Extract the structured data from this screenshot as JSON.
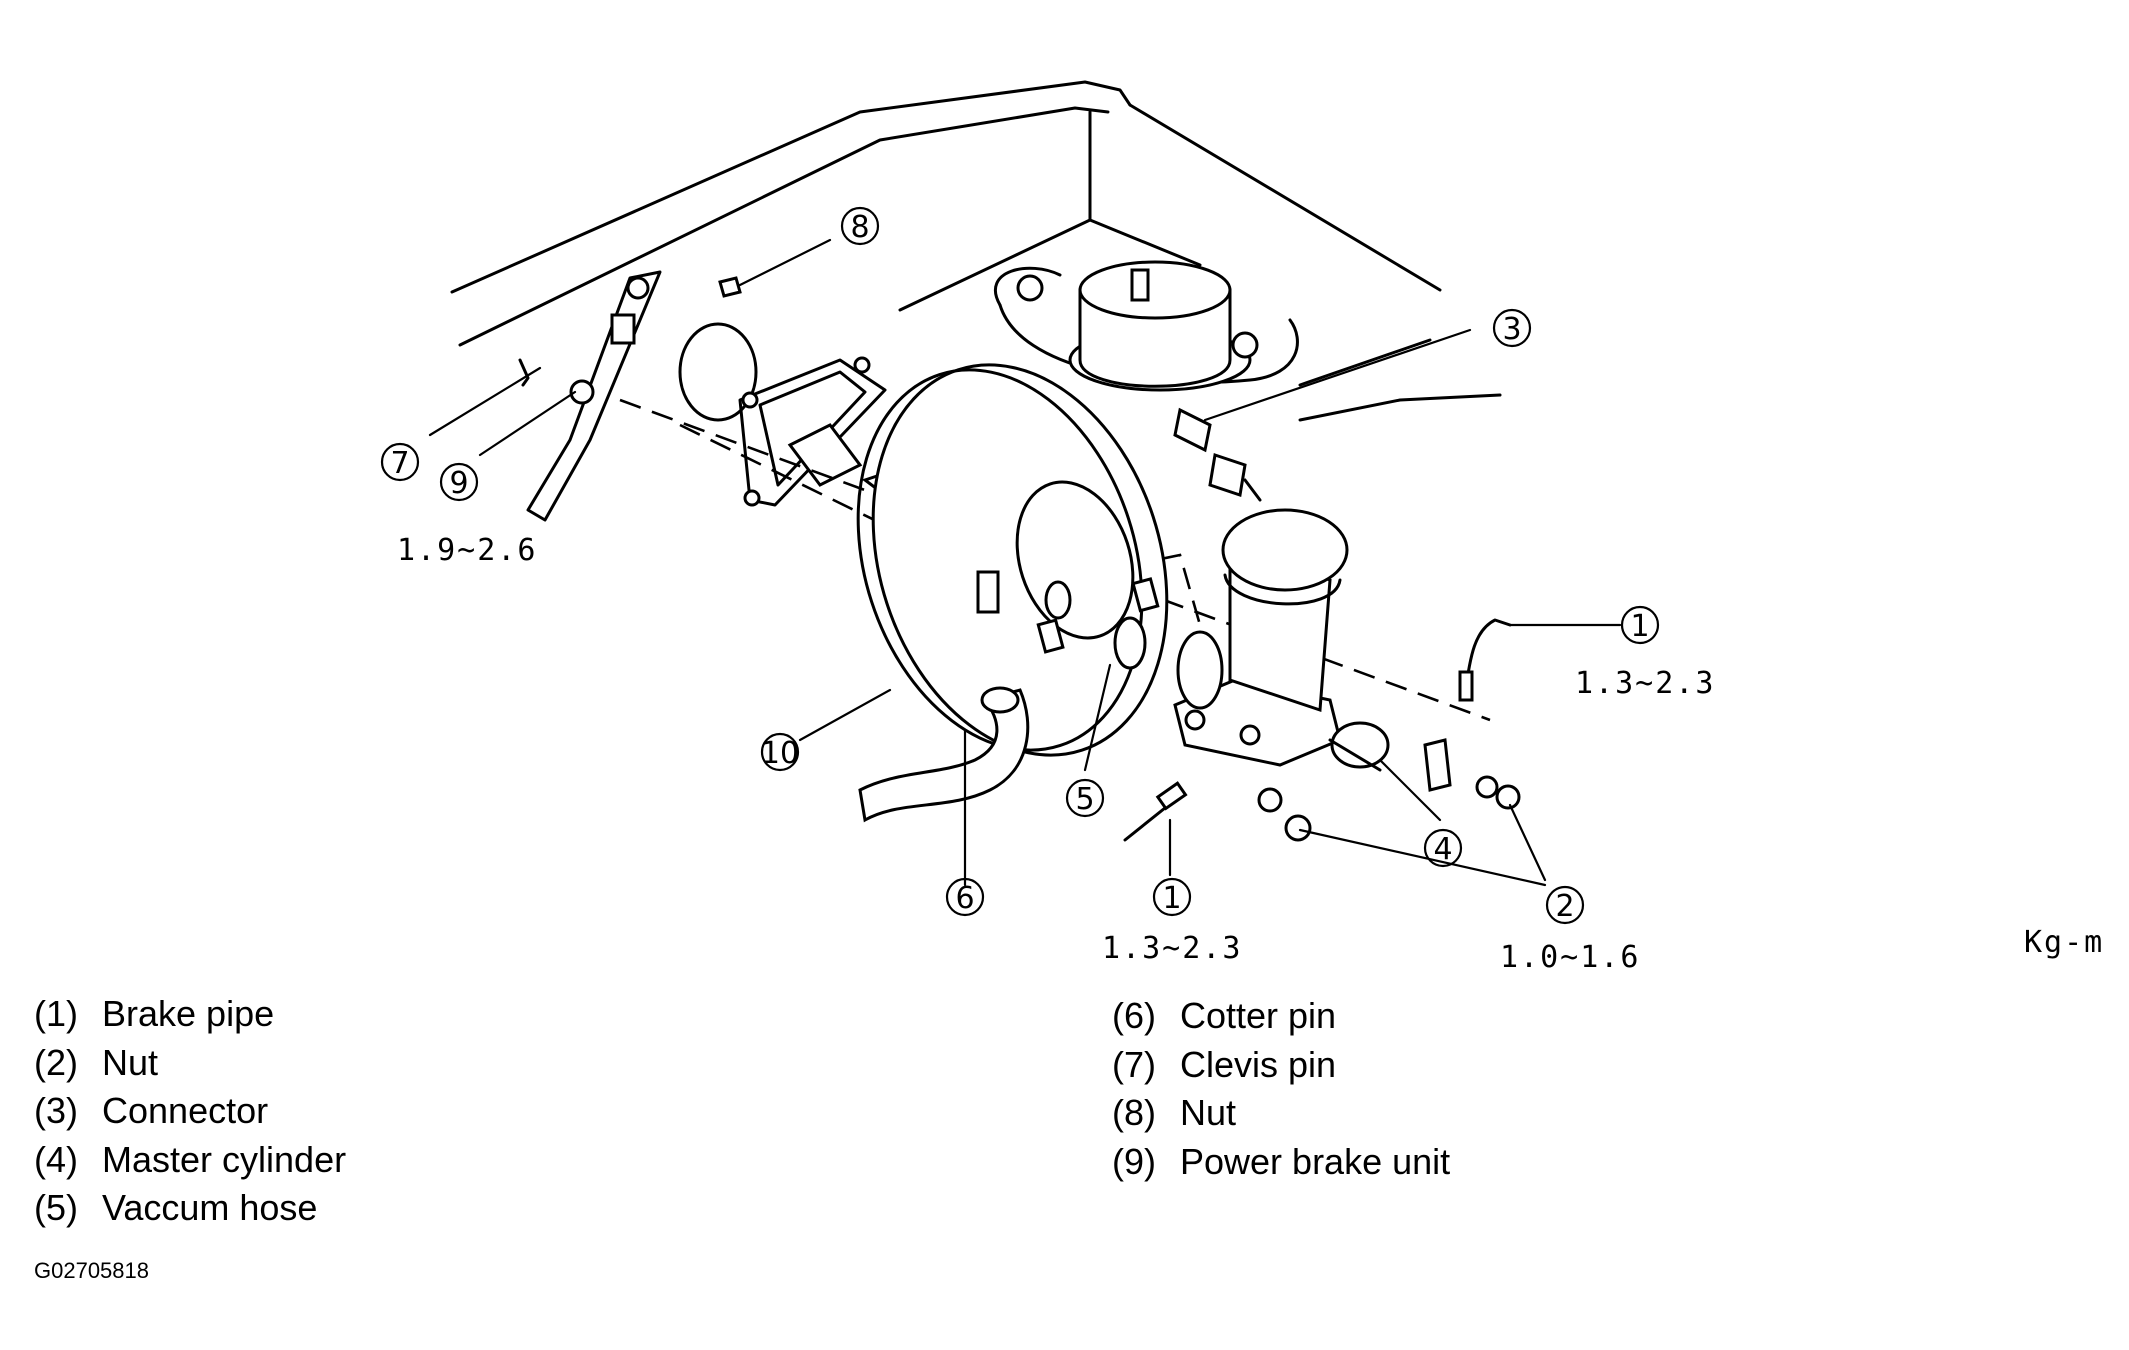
{
  "callouts": [
    "1",
    "2",
    "3",
    "4",
    "5",
    "6",
    "7",
    "8",
    "9",
    "10"
  ],
  "torque_specs": {
    "power_brake_unit_nut": "1.9~2.6",
    "brake_pipe_upper": "1.3~2.3",
    "brake_pipe_lower": "1.3~2.3",
    "nut": "1.0~1.6"
  },
  "unit": "Kg-m",
  "legend_left": [
    {
      "num": "(1)",
      "label": "Brake pipe"
    },
    {
      "num": "(2)",
      "label": "Nut"
    },
    {
      "num": "(3)",
      "label": "Connector"
    },
    {
      "num": "(4)",
      "label": "Master cylinder"
    },
    {
      "num": "(5)",
      "label": "Vaccum hose"
    }
  ],
  "legend_right": [
    {
      "num": "(6)",
      "label": "Cotter pin"
    },
    {
      "num": "(7)",
      "label": "Clevis pin"
    },
    {
      "num": "(8)",
      "label": "Nut"
    },
    {
      "num": "(9)",
      "label": "Power brake unit"
    }
  ],
  "image_id": "G02705818"
}
